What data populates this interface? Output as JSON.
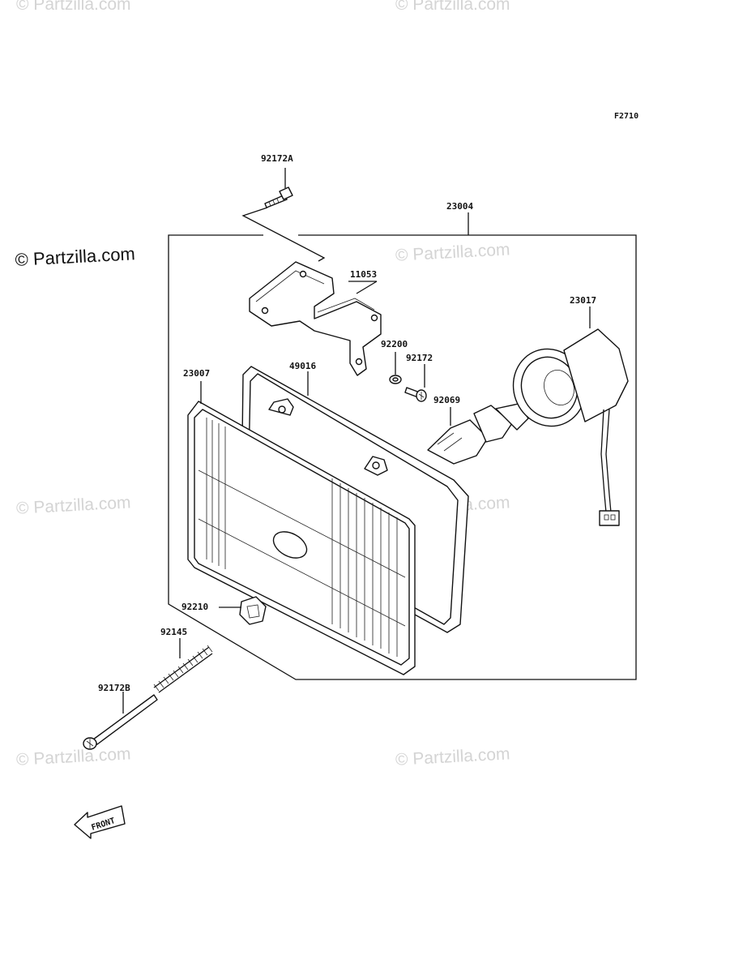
{
  "figure_code": "F2710",
  "watermark": {
    "primary": "© Partzilla.com",
    "repeated": "© Partzilla.com"
  },
  "callouts": {
    "p92172A": "92172A",
    "p23004": "23004",
    "p11053": "11053",
    "p23017": "23017",
    "p92200": "92200",
    "p92172": "92172",
    "p23007": "23007",
    "p49016": "49016",
    "p92069": "92069",
    "p92210": "92210",
    "p92145": "92145",
    "p92172B": "92172B"
  },
  "front_arrow_label": "FRONT",
  "colors": {
    "ink": "#111111",
    "watermark": "#d4d4d4",
    "background": "#ffffff"
  }
}
